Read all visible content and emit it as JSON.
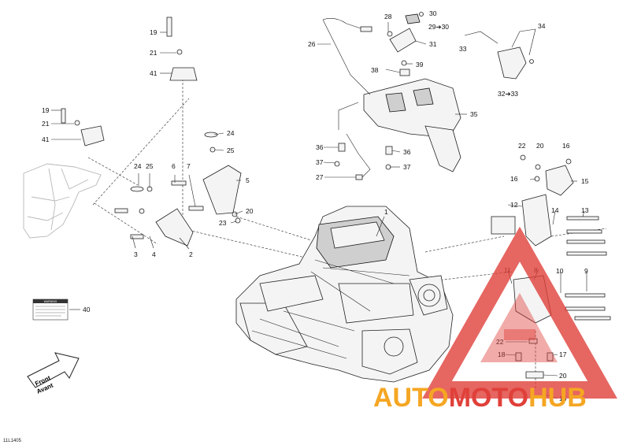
{
  "diagram": {
    "code": "11L1405",
    "front_label_1": "Front",
    "front_label_2": "Avant",
    "warning_label_title": "WARNING",
    "callouts": {
      "c1": "1",
      "c2": "2",
      "c3": "3",
      "c4": "4",
      "c5": "5",
      "c6": "6",
      "c7": "7",
      "c8": "8",
      "c9": "9",
      "c10": "10",
      "c11": "11",
      "c12": "12",
      "c13": "13",
      "c14": "14",
      "c15a": "15",
      "c15b": "15",
      "c16a": "16",
      "c16b": "16",
      "c17": "17",
      "c18": "18",
      "c19a": "19",
      "c19b": "19",
      "c20a": "20",
      "c20b": "20",
      "c20c": "20",
      "c21a": "21",
      "c21b": "21",
      "c22a": "22",
      "c22b": "22",
      "c23": "23",
      "c24a": "24",
      "c24b": "24",
      "c25a": "25",
      "c25b": "25",
      "c26": "26",
      "c27": "27",
      "c28": "28",
      "c29": "29➔30",
      "c30": "30",
      "c31": "31",
      "c32": "32➔33",
      "c33": "33",
      "c34": "34",
      "c35": "35",
      "c36a": "36",
      "c36b": "36",
      "c37a": "37",
      "c37b": "37",
      "c38": "38",
      "c39": "39",
      "c40": "40",
      "c41a": "41",
      "c41b": "41"
    }
  },
  "watermark": {
    "text_part1": "AUTO",
    "text_part2": "MOTO",
    "text_part3": "HUB",
    "color_orange": "#f5a623",
    "color_red": "#e0403a"
  }
}
